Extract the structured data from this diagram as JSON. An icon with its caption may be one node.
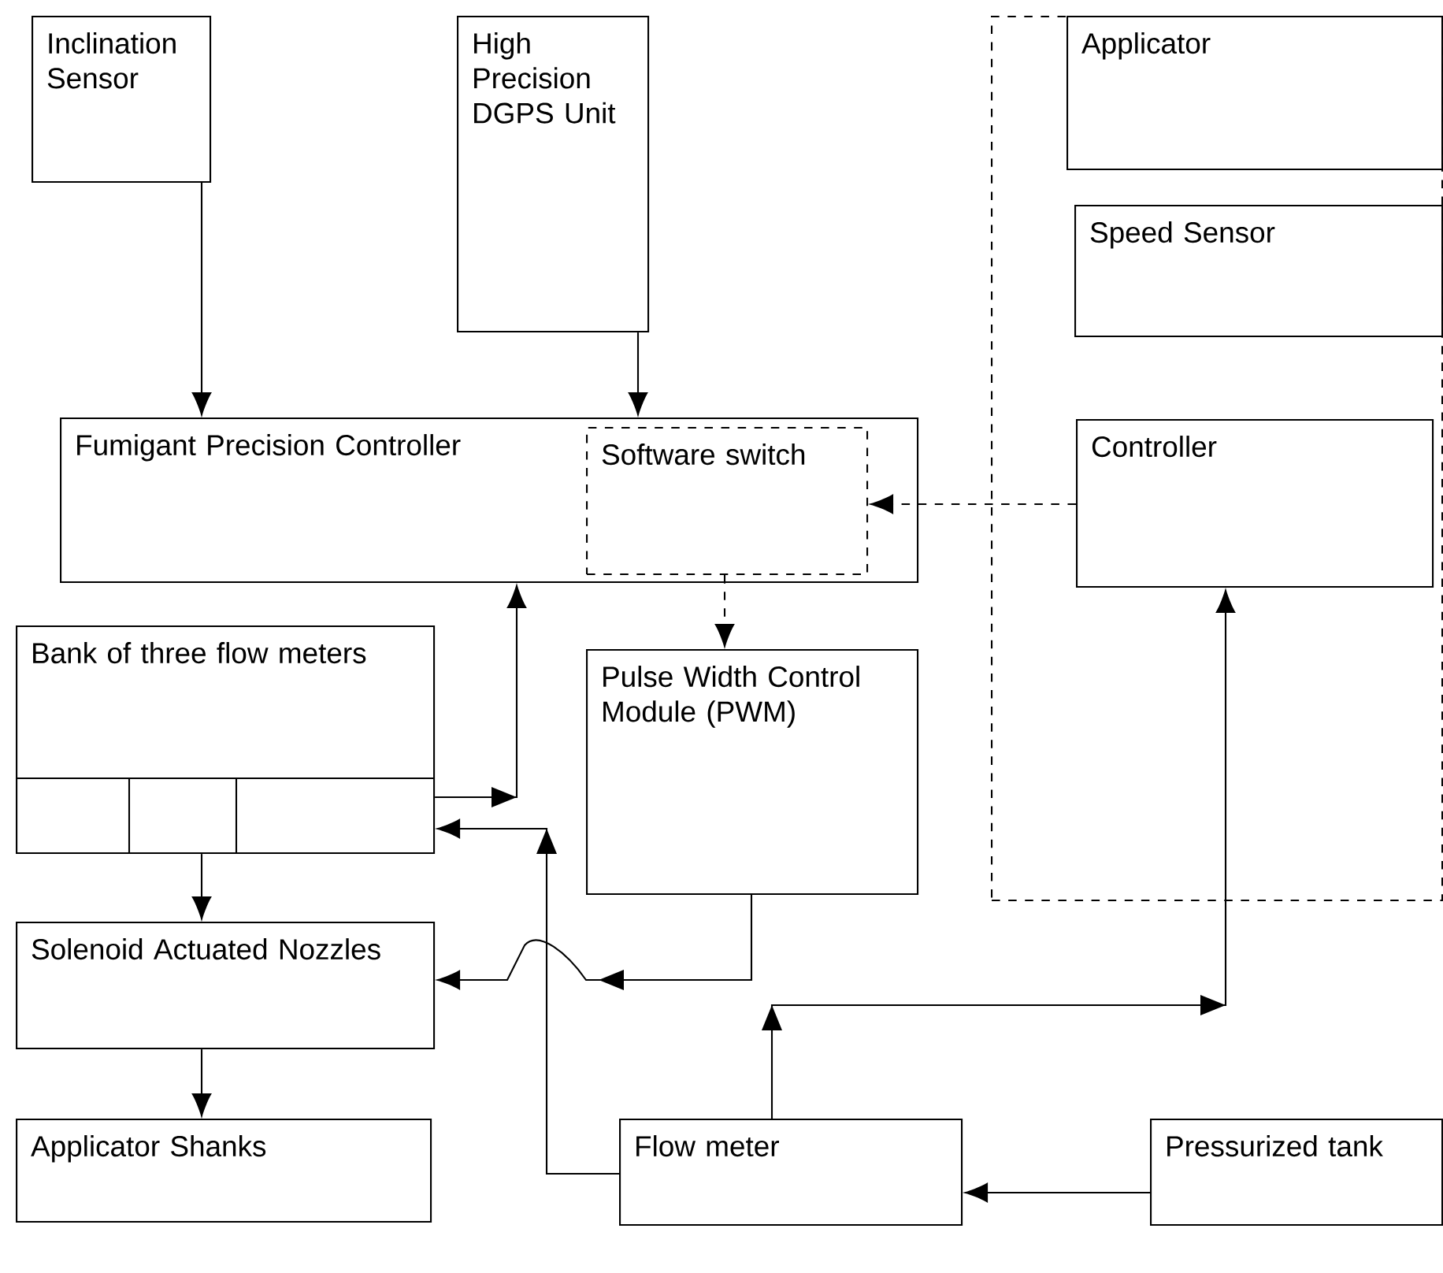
{
  "diagram": {
    "nodes": [
      {
        "text": [
          "Inclination Sensor"
        ]
      },
      {
        "text": [
          "High Precision DGPS Unit"
        ]
      },
      {
        "text": [],
        "shape": "box"
      },
      {
        "text": [
          "Applicator"
        ],
        "in": 2
      },
      {
        "text": [
          "Speed Sensor"
        ],
        "in": 2
      },
      {
        "text": [
          "Fumigant Precision Controller"
        ]
      },
      {
        "text": [
          "Software switch"
        ],
        "in": 5
      },
      {
        "text": [
          "Controller"
        ],
        "in": 2
      },
      {
        "text": [
          "Bank of three flow meters"
        ]
      },
      {
        "text": [
          "Pulse Width Control Module (PWM)"
        ]
      },
      {
        "text": [
          "Solenoid Actuated Nozzles"
        ]
      },
      {
        "text": [
          "Applicator Shanks"
        ]
      },
      {
        "text": [
          "Flow meter"
        ]
      },
      {
        "text": [
          "Pressurized tank"
        ]
      }
    ],
    "edges": [
      {
        "from": 0,
        "to": 5,
        "arrow": "to"
      },
      {
        "from": 1,
        "to": 5,
        "arrow": "to"
      },
      {
        "from": 7,
        "to": 6,
        "arrow": "to",
        "style": "dashed"
      },
      {
        "from": 6,
        "to": 9,
        "arrow": "to",
        "style": "dashed"
      },
      {
        "from": 8,
        "to": 5,
        "arrow": "to"
      },
      {
        "from": 12,
        "to": 8,
        "arrow": "to"
      },
      {
        "from": 9,
        "to": 10,
        "arrow": "to"
      },
      {
        "from": 8,
        "to": 10,
        "arrow": "to"
      },
      {
        "from": 10,
        "to": 11,
        "arrow": "to"
      },
      {
        "from": 12,
        "to": 7,
        "arrow": "to"
      },
      {
        "from": 13,
        "to": 12,
        "arrow": "to"
      }
    ]
  }
}
